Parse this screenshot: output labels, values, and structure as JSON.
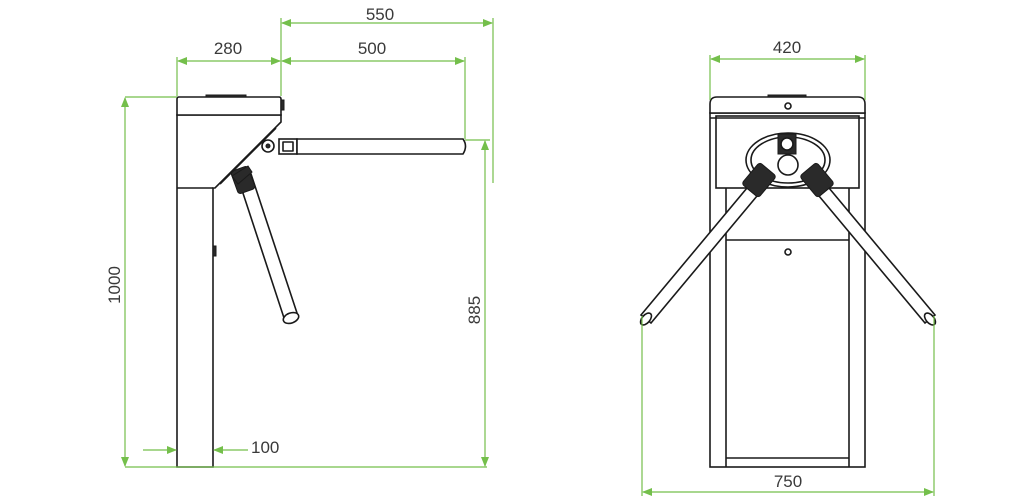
{
  "drawing": {
    "side_view": {
      "dimensions": {
        "arm_span": "550",
        "body_depth": "280",
        "arm_length": "500",
        "total_height": "1000",
        "arm_height": "885",
        "column_width": "100"
      }
    },
    "front_view": {
      "dimensions": {
        "body_width": "420",
        "arm_span_width": "750"
      }
    }
  },
  "colors": {
    "dimension_line": "#74bf4b",
    "outline": "#1a1a1a"
  }
}
